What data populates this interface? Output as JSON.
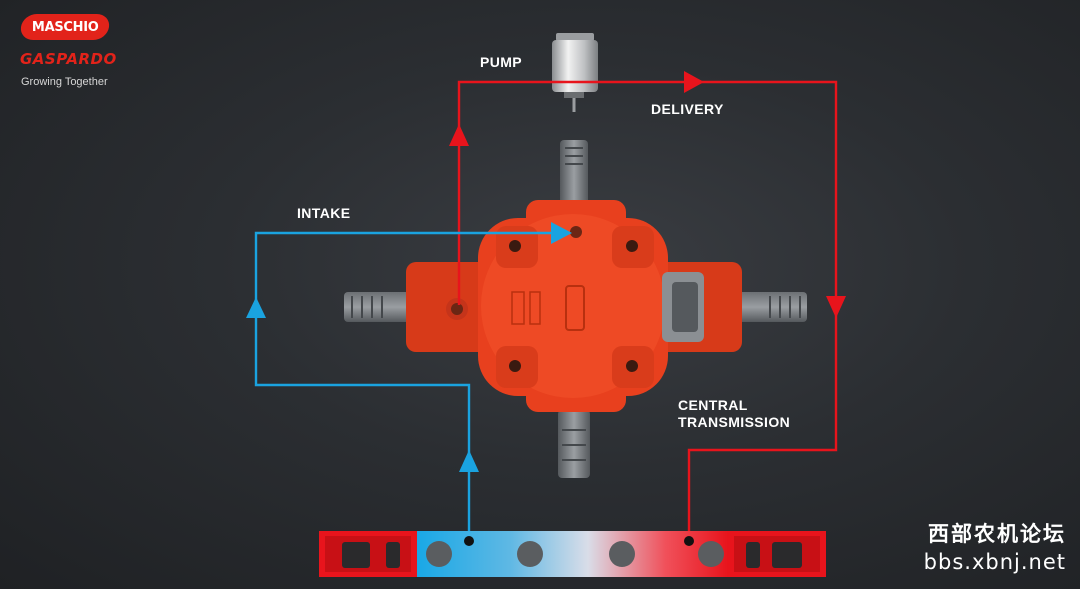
{
  "brand": {
    "maschio": "MASCHIO",
    "gaspardo": "GASPARDO",
    "tagline": "Growing Together",
    "color": "#e2231a"
  },
  "labels": {
    "pump": "PUMP",
    "delivery": "DELIVERY",
    "intake": "INTAKE",
    "central_line1": "CENTRAL",
    "central_line2": "TRANSMISSION"
  },
  "colors": {
    "delivery_line": "#e8141c",
    "intake_line": "#1aa3e0",
    "gearbox": "#e8401e",
    "background": "#2b2e32"
  },
  "watermark": {
    "chinese": "西部农机论坛",
    "url": "bbs.xbnj.net"
  }
}
